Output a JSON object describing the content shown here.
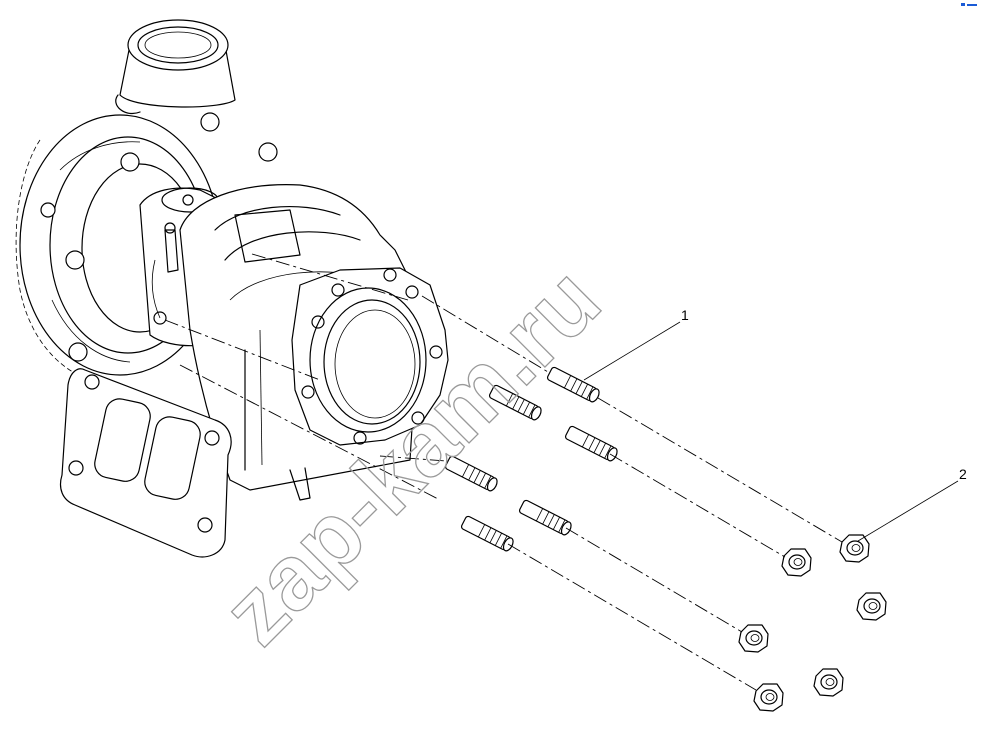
{
  "diagram": {
    "callouts": [
      {
        "id": "1",
        "label": "1"
      },
      {
        "id": "2",
        "label": "2"
      }
    ],
    "watermark": "zap-kam.ru",
    "accent_color": "#1a5bd6"
  }
}
